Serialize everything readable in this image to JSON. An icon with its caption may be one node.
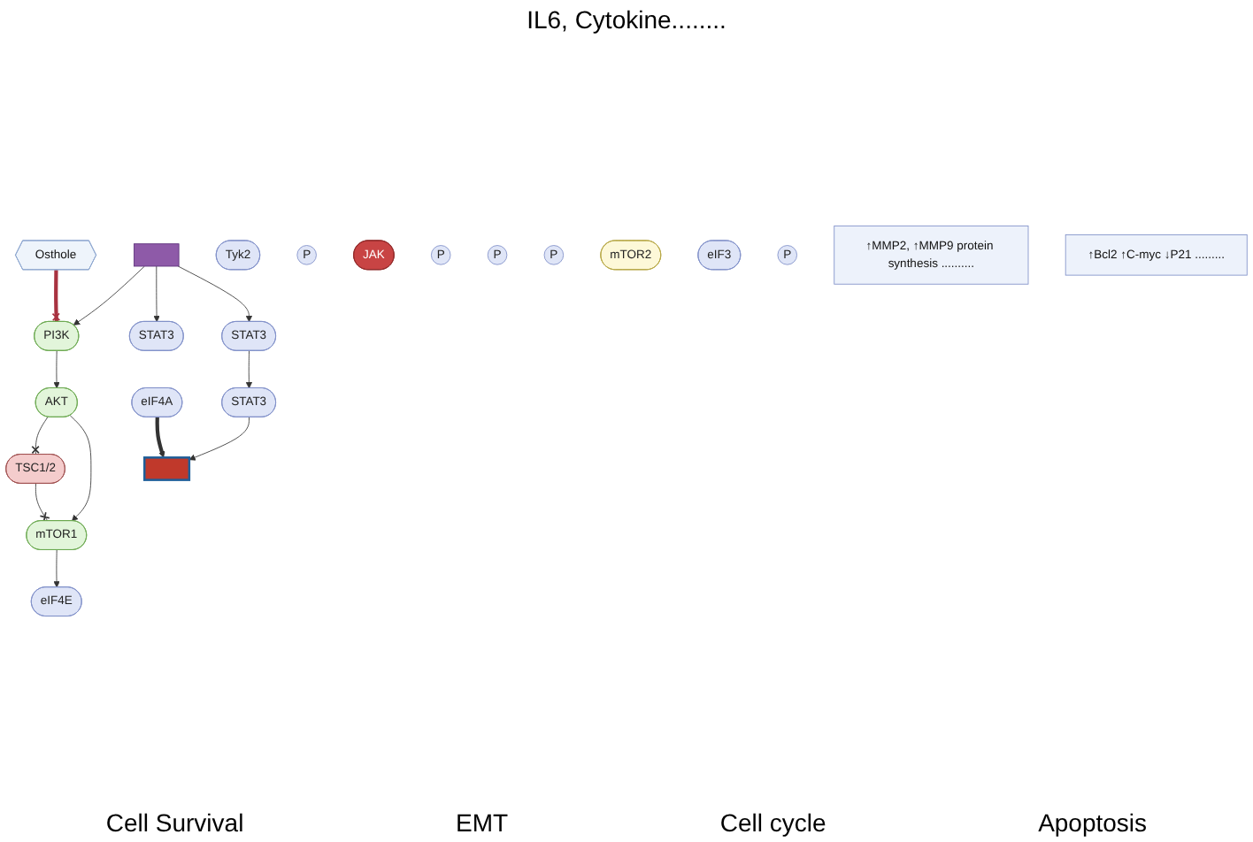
{
  "diagram": {
    "nodes": [
      {
        "text": [
          "Osthole"
        ]
      },
      {
        "text": [],
        "shape": "box"
      },
      {
        "text": [
          "Tyk2"
        ]
      },
      {
        "text": [
          "P"
        ]
      },
      {
        "text": [
          "JAK"
        ]
      },
      {
        "text": [
          "P"
        ]
      },
      {
        "text": [
          "PI3K"
        ]
      },
      {
        "text": [
          "STAT3"
        ]
      },
      {
        "text": [
          "AKT"
        ]
      },
      {
        "text": [
          "P"
        ]
      },
      {
        "text": [
          "P"
        ]
      },
      {
        "text": [
          "mTOR1"
        ]
      },
      {
        "text": [
          "TSC1/2"
        ]
      },
      {
        "text": [
          "mTOR2"
        ]
      },
      {
        "text": [
          "STAT3"
        ]
      },
      {
        "text": [
          "eIF4E"
        ]
      },
      {
        "text": [
          "eIF3"
        ]
      },
      {
        "text": [
          "eIF4A"
        ]
      },
      {
        "text": [
          "STAT3"
        ]
      },
      {
        "text": [
          "P"
        ]
      },
      {
        "text": [],
        "shape": "box"
      },
      {
        "text": [
          "↑MMP2, ↑MMP9 protein synthesis .........."
        ]
      },
      {
        "text": [
          "↑Bcl2 ↑C-myc ↓P21 ........."
        ]
      }
    ],
    "edges": [
      {
        "from": 0,
        "to": 6,
        "arrow": "other",
        "style": "thick",
        "color": "#a83240"
      },
      {
        "from": 1,
        "to": 6,
        "arrow": "to"
      },
      {
        "from": 1,
        "to": 7,
        "arrow": "to"
      },
      {
        "from": 1,
        "to": 14,
        "arrow": "to"
      },
      {
        "from": 6,
        "to": 8,
        "arrow": "to"
      },
      {
        "from": 8,
        "to": 12,
        "arrow": "other"
      },
      {
        "from": 12,
        "to": 11,
        "arrow": "other"
      },
      {
        "from": 8,
        "to": 11,
        "arrow": "to"
      },
      {
        "from": 11,
        "to": 15,
        "arrow": "to"
      },
      {
        "from": 17,
        "to": 20,
        "arrow": "to",
        "style": "thick"
      },
      {
        "from": 14,
        "to": 18,
        "arrow": "to"
      },
      {
        "from": 18,
        "to": 20,
        "arrow": "to"
      }
    ],
    "labels": [
      "IL6, Cytokine........",
      "Cell Survival",
      "EMT",
      "Cell cycle",
      "Apoptosis"
    ]
  }
}
